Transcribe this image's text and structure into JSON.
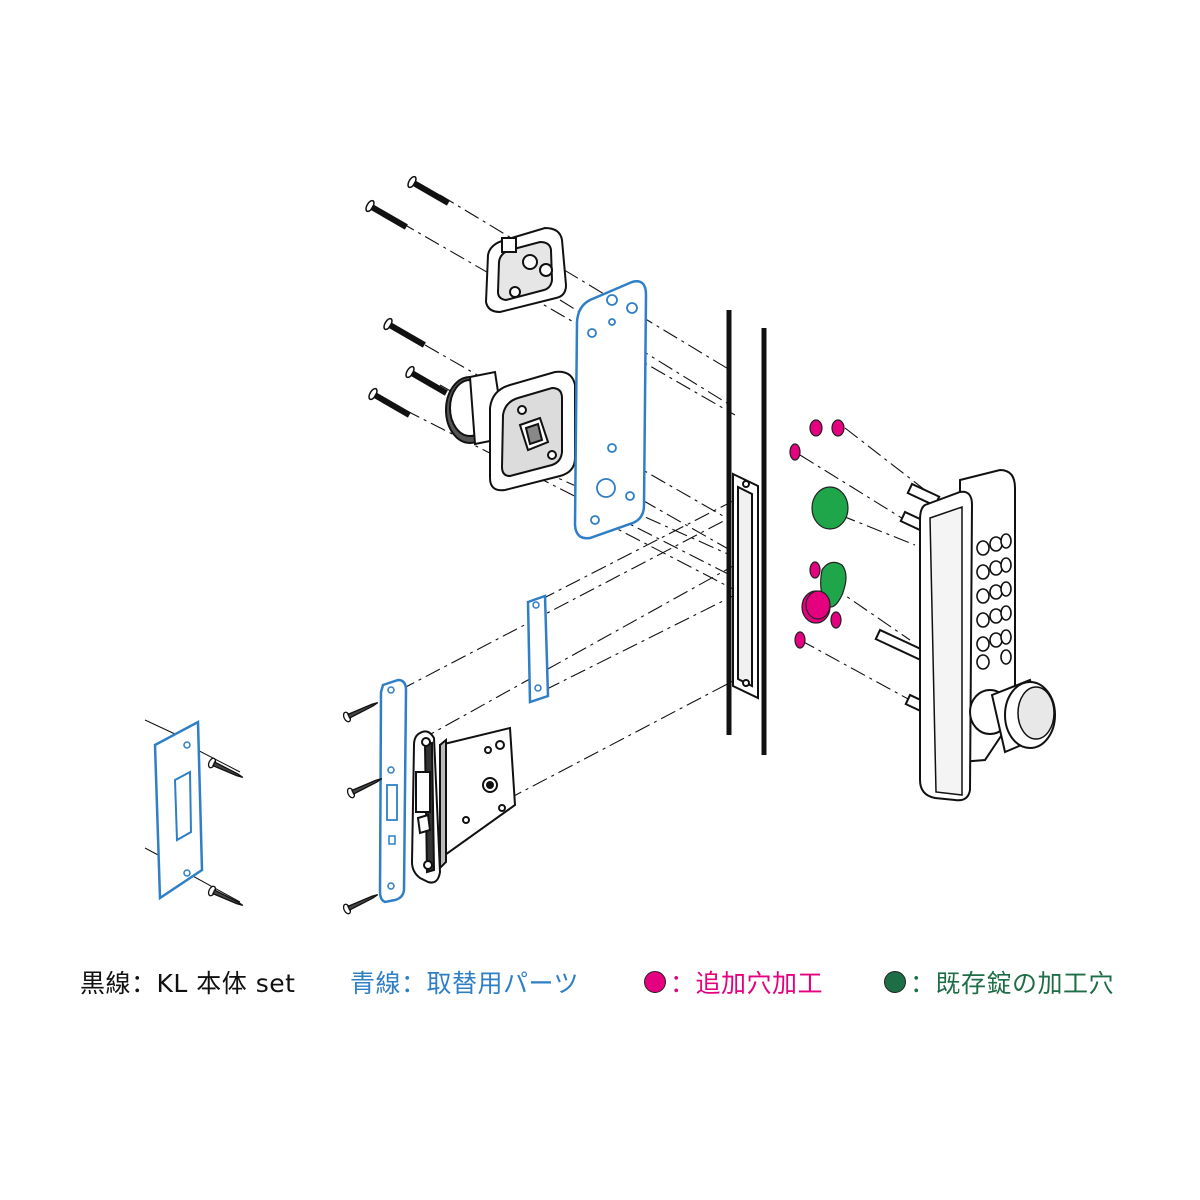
{
  "colors": {
    "black_line": "#111111",
    "blue_line": "#2f7fc6",
    "magenta": "#e5007f",
    "green": "#1fa64a",
    "dark_green": "#1d6e47"
  },
  "legend": {
    "black": {
      "text": "黒線：KL 本体 set",
      "color": "#111111"
    },
    "blue": {
      "text": "青線：取替用パーツ",
      "color": "#2f7fc6"
    },
    "magenta": {
      "text": "：追加穴加工",
      "color": "#e5007f"
    },
    "green": {
      "text": "：既存錠の加工穴",
      "color": "#1d6e47"
    }
  }
}
